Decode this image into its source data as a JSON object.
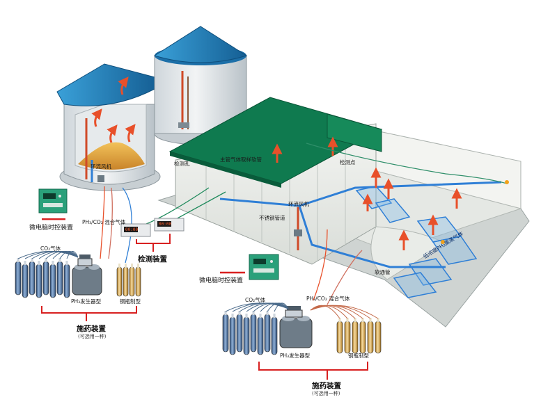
{
  "labels": {
    "circulation_fan_silo": "环流风机",
    "circulation_fan_house": "环流风机",
    "detection_silo": "检测孔",
    "air_pipe": "主管气体取样软管",
    "detection_point": "检测点",
    "timer_left": "微电脑时控装置",
    "timer_right": "微电脑时控装置",
    "mix_left": "PH₃/CO₂\n混合气体",
    "mix_right": "PH₃/CO₂\n混合气体",
    "detector": "检测装置",
    "steel_pipe": "不锈钢管道",
    "co2_left": "CO₂气体",
    "co2_right": "CO₂气体",
    "generator_left": "PH₃发生器型",
    "generator_right": "PH₃发生器型",
    "cylinder_left": "钢瓶制型",
    "cylinder_right": "钢瓶制型",
    "dosing_left": "施药装置",
    "dosing_left_sub": "(可选用一种)",
    "dosing_right": "施药装置",
    "dosing_right_sub": "(可选用一种)",
    "in_pipe_label": "低浓度PH₃熏蒸气体",
    "soft_pipe": "软通管"
  },
  "colors": {
    "roof_blue": "#1f7fbf",
    "roof_green": "#0f7a4f",
    "grain": "#e8a83a",
    "gas_arrow": "#e8502a",
    "pipe_blue": "#2f7fd6",
    "red_bracket": "#d82020",
    "co2_tank": "#3f5f8c",
    "ph3_tank": "#d8a44a",
    "lcd_bg": "#1b1b1b"
  },
  "icons": [
    "arrow-icon",
    "gas-cylinder-icon",
    "control-panel-icon",
    "fan-icon"
  ]
}
